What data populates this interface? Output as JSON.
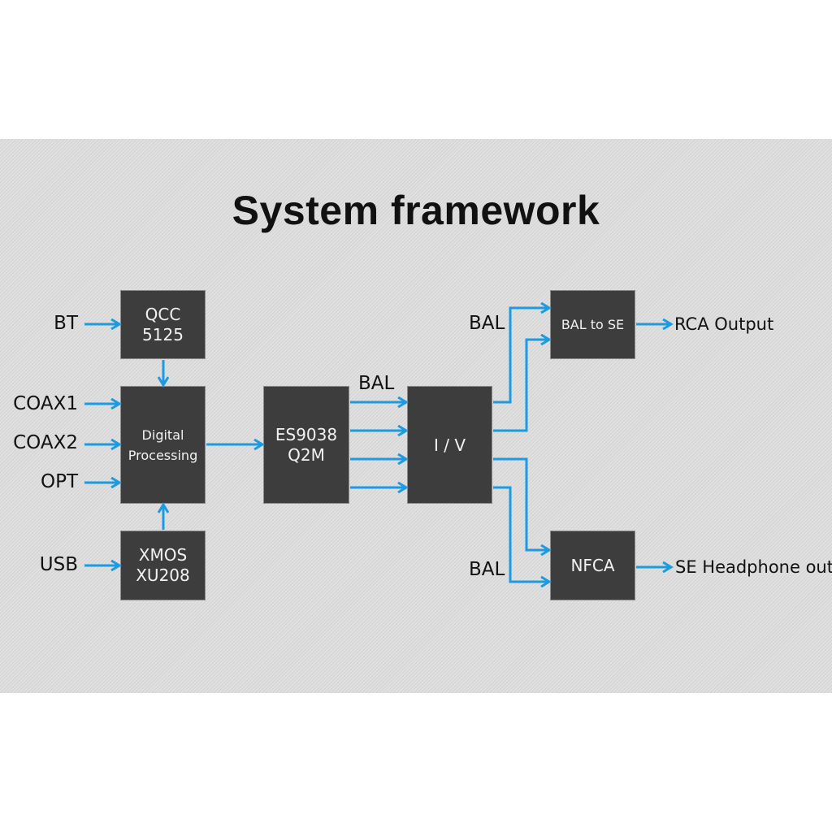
{
  "title": "System framework",
  "accent_color": "#1e9be0",
  "box_color": "#3d3d3d",
  "inputs": {
    "bt": "BT",
    "coax1": "COAX1",
    "coax2": "COAX2",
    "opt": "OPT",
    "usb": "USB"
  },
  "blocks": {
    "qcc": "QCC\n5125",
    "digital": "Digital\nProcessing",
    "xmos": "XMOS\nXU208",
    "dac": "ES9038\nQ2M",
    "iv": "I / V",
    "bal_to_se": "BAL to SE",
    "nfca": "NFCA"
  },
  "signal_labels": {
    "dac_to_iv": "BAL",
    "iv_to_bal_to_se": "BAL",
    "iv_to_nfca": "BAL"
  },
  "outputs": {
    "rca": "RCA Output",
    "headphone": "SE Headphone out"
  }
}
